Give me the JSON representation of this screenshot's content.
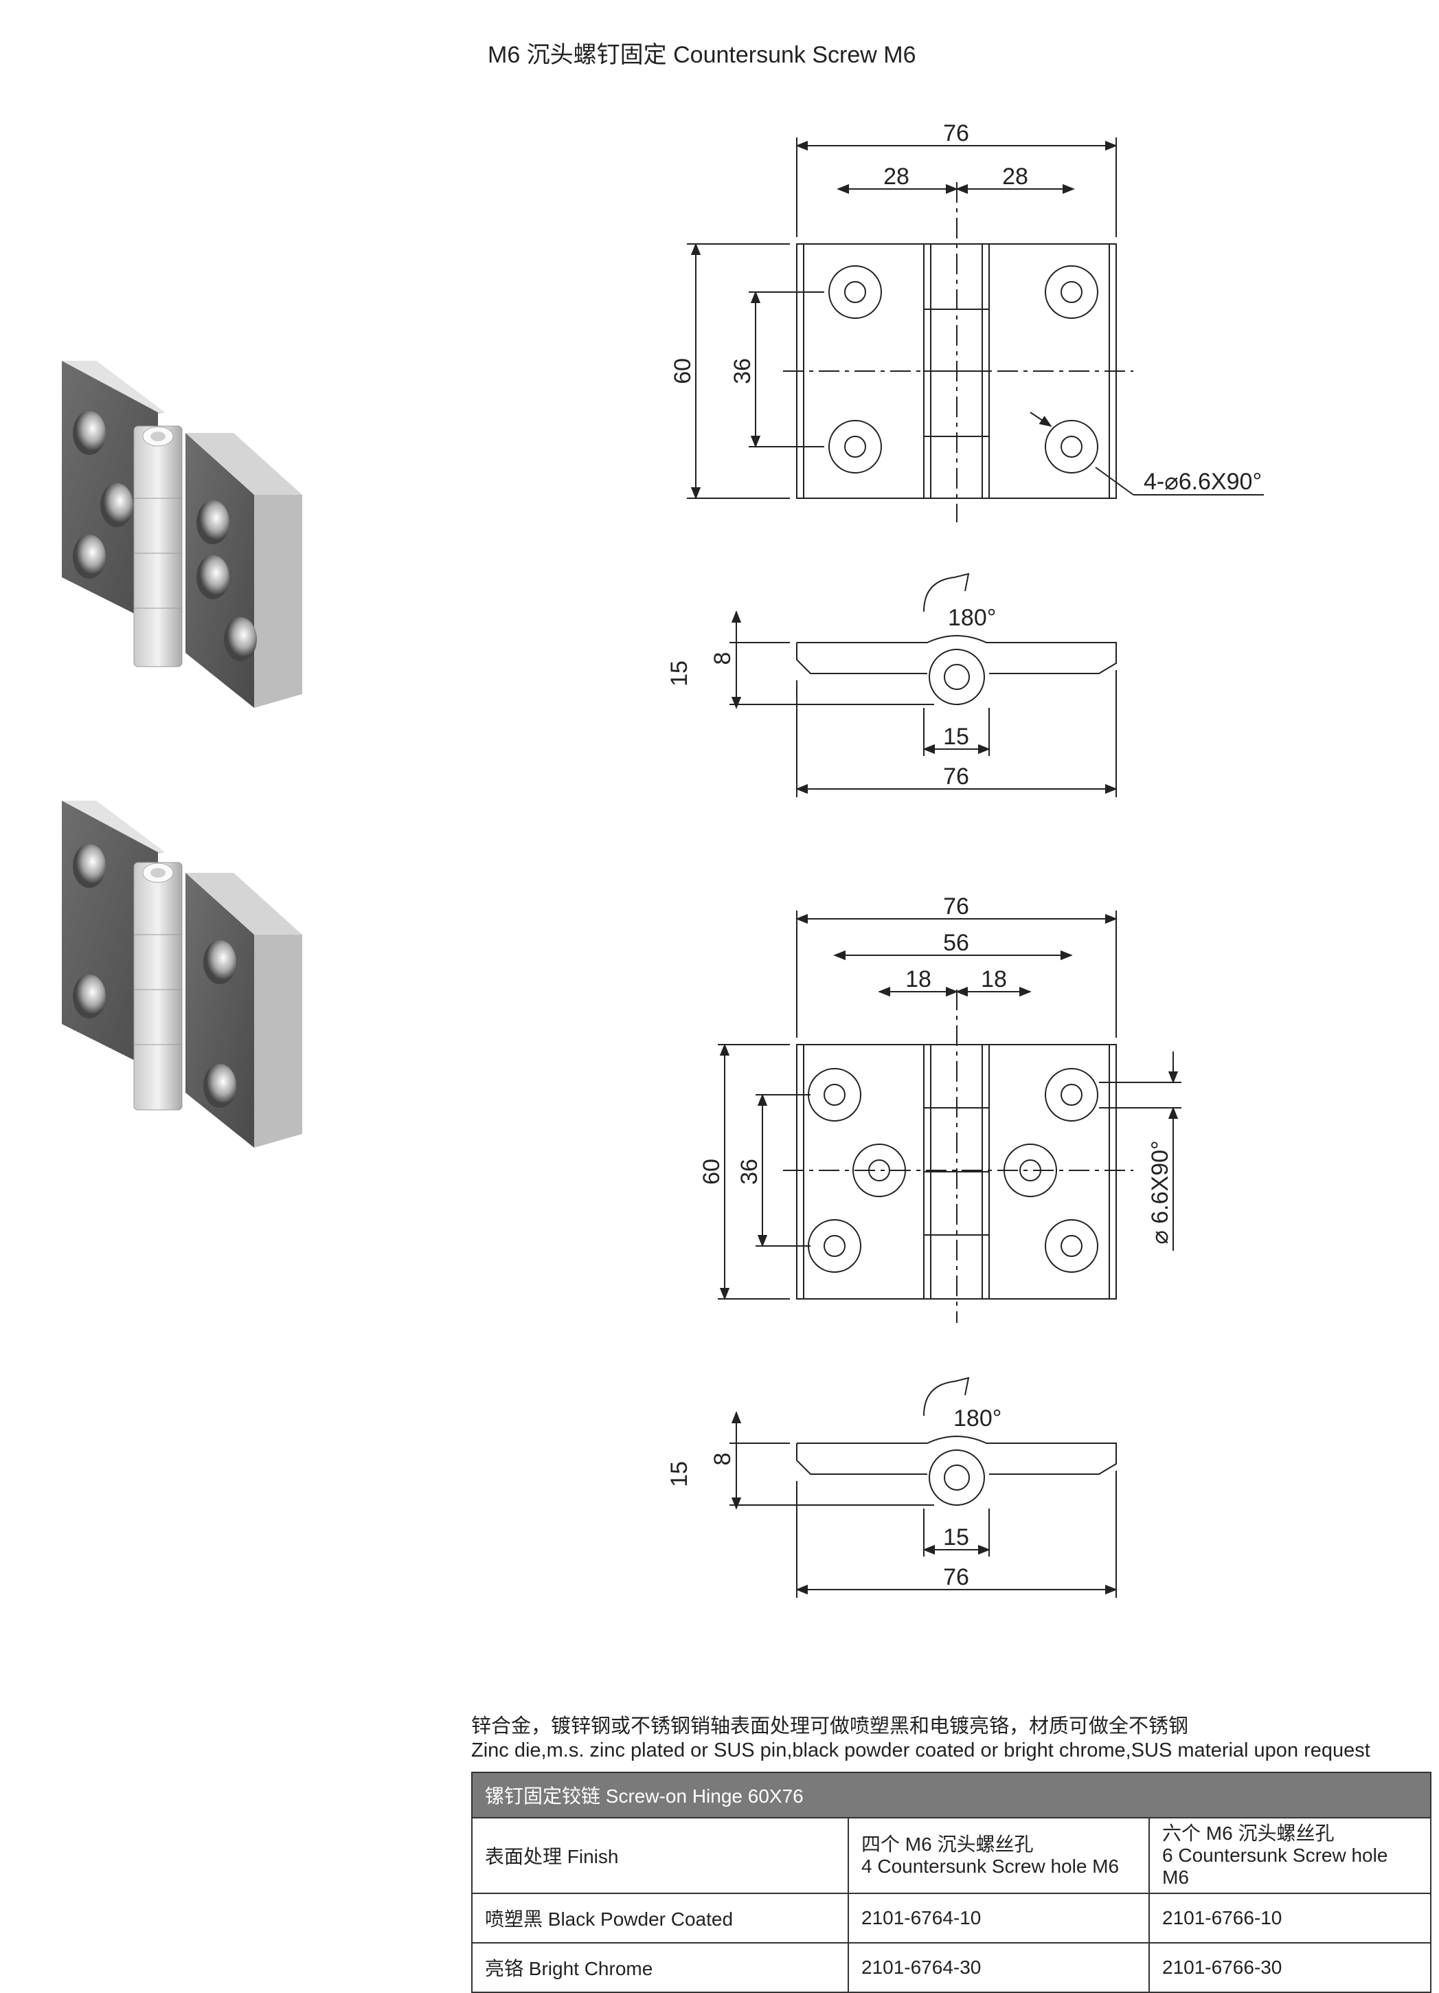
{
  "header": "M6 沉头螺钉固定  Countersunk Screw M6",
  "drawing1": {
    "top": {
      "width": "76",
      "half_left": "28",
      "half_right": "28",
      "height": "60",
      "hole_spacing": "36",
      "hole_note": "4-⌀6.6X90°"
    },
    "side": {
      "rotation": "180°",
      "thick_total": "15",
      "leaf": "8",
      "knuckle": "15",
      "width": "76"
    }
  },
  "drawing2": {
    "top": {
      "width": "76",
      "outer": "56",
      "inner_left": "18",
      "inner_right": "18",
      "height": "60",
      "hole_spacing": "36",
      "hole_note": "⌀ 6.6X90°"
    },
    "side": {
      "rotation": "180°",
      "thick_total": "15",
      "leaf": "8",
      "knuckle": "15",
      "width": "76"
    }
  },
  "notes": {
    "cn": "锌合金，镀锌钢或不锈钢销轴表面处理可做喷塑黑和电镀亮铬，材质可做全不锈钢",
    "en": "Zinc die,m.s. zinc plated or SUS pin,black  powder coated or bright chrome,SUS material upon request"
  },
  "table": {
    "title": "镙钉固定铰链  Screw-on Hinge 60X76",
    "col1": "表面处理 Finish",
    "col2_cn": "四个 M6 沉头螺丝孔",
    "col2_en": "4 Countersunk Screw hole M6",
    "col3_cn": "六个 M6 沉头螺丝孔",
    "col3_en": "6 Countersunk Screw hole M6",
    "rows": [
      {
        "finish": "喷塑黑 Black Powder Coated",
        "four": "2101-6764-10",
        "six": "2101-6766-10"
      },
      {
        "finish": "亮铬 Bright Chrome",
        "four": "2101-6764-30",
        "six": "2101-6766-30"
      }
    ]
  },
  "colors": {
    "table_title_bg": "#7a7a7a",
    "metal_light": "#d9d9d9",
    "metal_dark": "#5a5a5a"
  }
}
